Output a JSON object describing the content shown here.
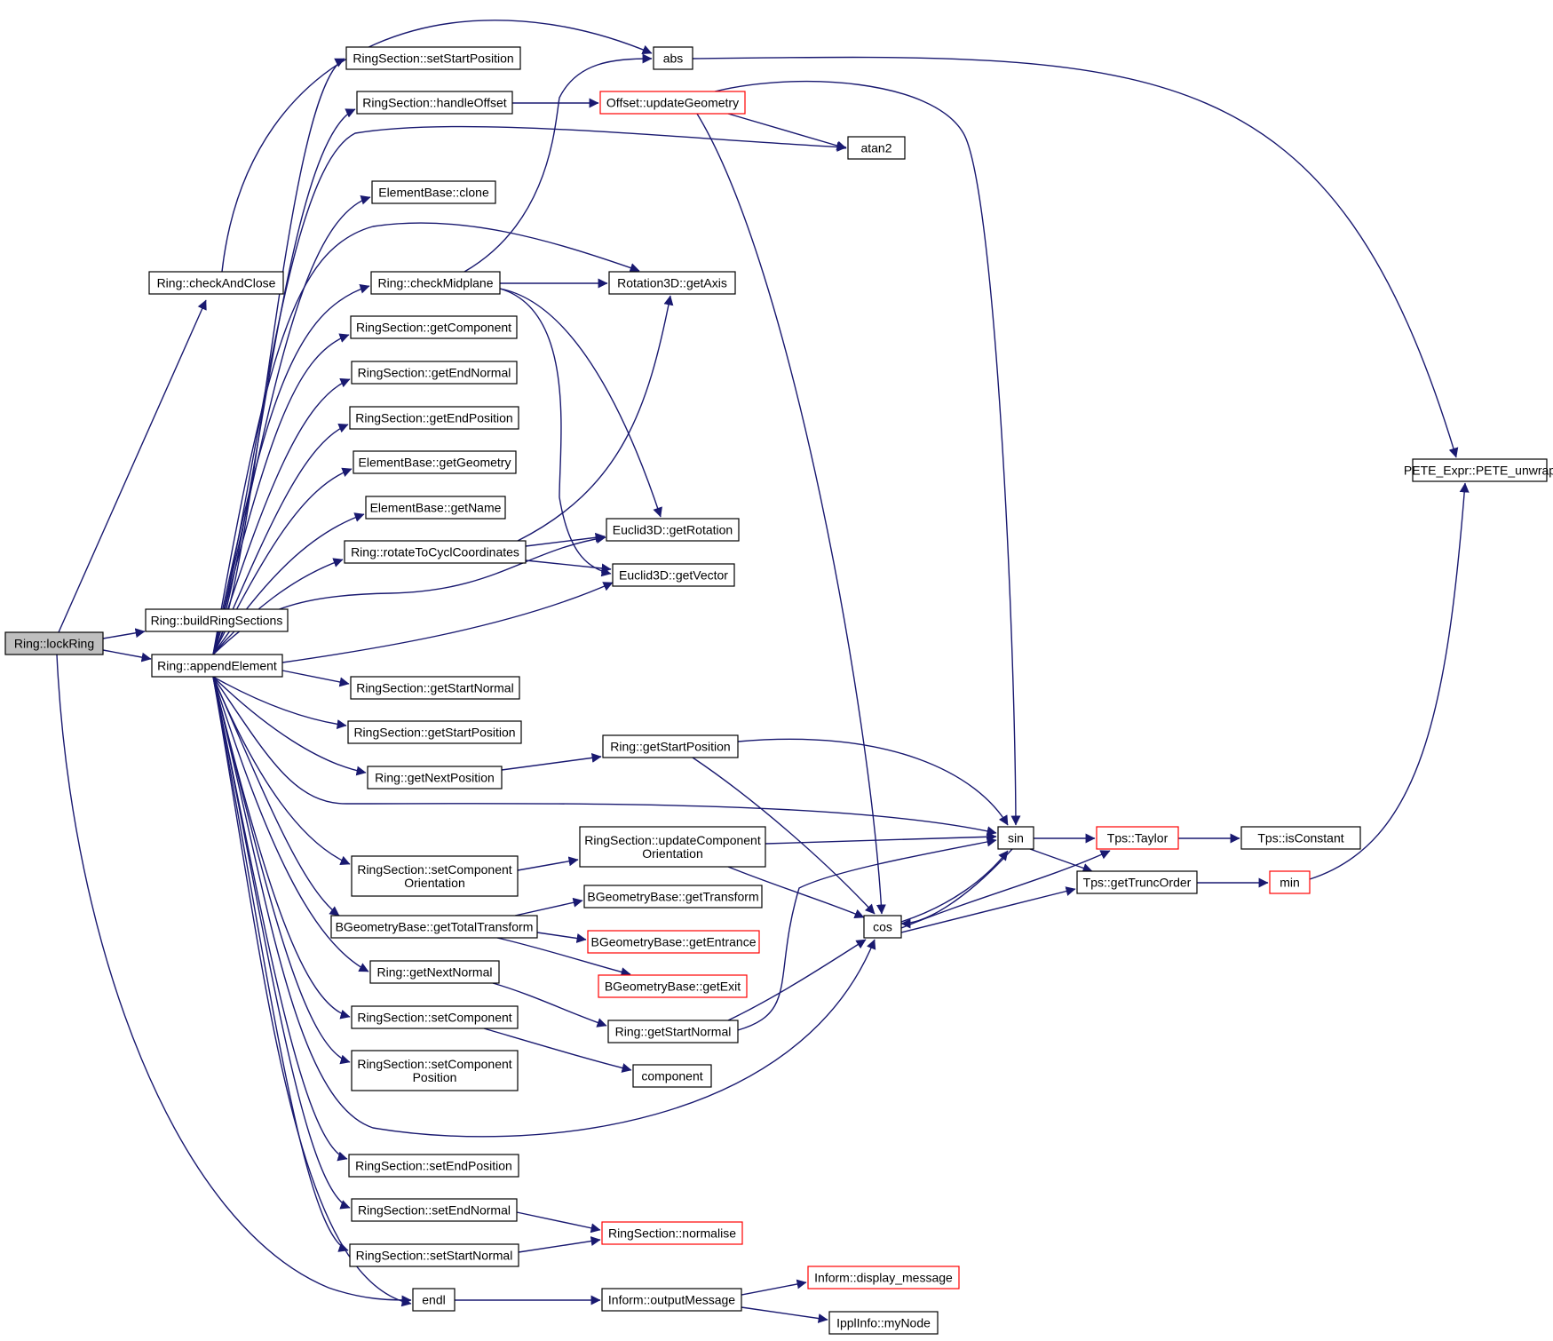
{
  "diagram": {
    "type": "call-graph",
    "colors": {
      "edge": "#191970",
      "node_border": "#000000",
      "node_border_truncated": "#ff0000",
      "node_fill": "#ffffff",
      "root_fill": "#bfbfbf"
    },
    "nodes": [
      {
        "id": "lockRing",
        "lines": [
          "Ring::lockRing"
        ],
        "root": true
      },
      {
        "id": "checkAndClose",
        "lines": [
          "Ring::checkAndClose"
        ]
      },
      {
        "id": "buildRingSections",
        "lines": [
          "Ring::buildRingSections"
        ]
      },
      {
        "id": "appendElement",
        "lines": [
          "Ring::appendElement"
        ]
      },
      {
        "id": "abs",
        "lines": [
          "abs"
        ]
      },
      {
        "id": "setStartPosition",
        "lines": [
          "RingSection::setStartPosition"
        ]
      },
      {
        "id": "handleOffset",
        "lines": [
          "RingSection::handleOffset"
        ]
      },
      {
        "id": "updateGeometry",
        "lines": [
          "Offset::updateGeometry"
        ],
        "truncated": true
      },
      {
        "id": "atan2",
        "lines": [
          "atan2"
        ]
      },
      {
        "id": "clone",
        "lines": [
          "ElementBase::clone"
        ]
      },
      {
        "id": "checkMidplane",
        "lines": [
          "Ring::checkMidplane"
        ]
      },
      {
        "id": "getAxis",
        "lines": [
          "Rotation3D::getAxis"
        ]
      },
      {
        "id": "getComponent",
        "lines": [
          "RingSection::getComponent"
        ]
      },
      {
        "id": "getEndNormal",
        "lines": [
          "RingSection::getEndNormal"
        ]
      },
      {
        "id": "getEndPosition",
        "lines": [
          "RingSection::getEndPosition"
        ]
      },
      {
        "id": "getGeometry",
        "lines": [
          "ElementBase::getGeometry"
        ]
      },
      {
        "id": "getName",
        "lines": [
          "ElementBase::getName"
        ]
      },
      {
        "id": "rotateToCycl",
        "lines": [
          "Ring::rotateToCyclCoordinates"
        ]
      },
      {
        "id": "getRotation",
        "lines": [
          "Euclid3D::getRotation"
        ]
      },
      {
        "id": "getVector",
        "lines": [
          "Euclid3D::getVector"
        ]
      },
      {
        "id": "pete",
        "lines": [
          "PETE_Expr::PETE_unwrap"
        ]
      },
      {
        "id": "getStartNormalRS",
        "lines": [
          "RingSection::getStartNormal"
        ]
      },
      {
        "id": "getStartPositionRS",
        "lines": [
          "RingSection::getStartPosition"
        ]
      },
      {
        "id": "getNextPosition",
        "lines": [
          "Ring::getNextPosition"
        ]
      },
      {
        "id": "ringGetStartPosition",
        "lines": [
          "Ring::getStartPosition"
        ]
      },
      {
        "id": "sin",
        "lines": [
          "sin"
        ]
      },
      {
        "id": "taylor",
        "lines": [
          "Tps::Taylor"
        ],
        "truncated": true
      },
      {
        "id": "isConstant",
        "lines": [
          "Tps::isConstant"
        ]
      },
      {
        "id": "updateCompOrient",
        "lines": [
          "RingSection::updateComponent",
          "Orientation"
        ]
      },
      {
        "id": "setCompOrient",
        "lines": [
          "RingSection::setComponent",
          "Orientation"
        ]
      },
      {
        "id": "getTruncOrder",
        "lines": [
          "Tps::getTruncOrder"
        ]
      },
      {
        "id": "min",
        "lines": [
          "min"
        ],
        "truncated": true
      },
      {
        "id": "getTransform",
        "lines": [
          "BGeometryBase::getTransform"
        ]
      },
      {
        "id": "getTotalTransform",
        "lines": [
          "BGeometryBase::getTotalTransform"
        ]
      },
      {
        "id": "cos",
        "lines": [
          "cos"
        ]
      },
      {
        "id": "getEntrance",
        "lines": [
          "BGeometryBase::getEntrance"
        ],
        "truncated": true
      },
      {
        "id": "getNextNormal",
        "lines": [
          "Ring::getNextNormal"
        ]
      },
      {
        "id": "getExit",
        "lines": [
          "BGeometryBase::getExit"
        ],
        "truncated": true
      },
      {
        "id": "setComponent",
        "lines": [
          "RingSection::setComponent"
        ]
      },
      {
        "id": "ringGetStartNormal",
        "lines": [
          "Ring::getStartNormal"
        ]
      },
      {
        "id": "component",
        "lines": [
          "component"
        ]
      },
      {
        "id": "setCompPosition",
        "lines": [
          "RingSection::setComponent",
          "Position"
        ]
      },
      {
        "id": "setEndPosition",
        "lines": [
          "RingSection::setEndPosition"
        ]
      },
      {
        "id": "setEndNormal",
        "lines": [
          "RingSection::setEndNormal"
        ]
      },
      {
        "id": "normalise",
        "lines": [
          "RingSection::normalise"
        ],
        "truncated": true
      },
      {
        "id": "setStartNormal",
        "lines": [
          "RingSection::setStartNormal"
        ]
      },
      {
        "id": "endl",
        "lines": [
          "endl"
        ]
      },
      {
        "id": "outputMessage",
        "lines": [
          "Inform::outputMessage"
        ]
      },
      {
        "id": "displayMessage",
        "lines": [
          "Inform::display_message"
        ],
        "truncated": true
      },
      {
        "id": "myNode",
        "lines": [
          "IpplInfo::myNode"
        ]
      }
    ]
  }
}
